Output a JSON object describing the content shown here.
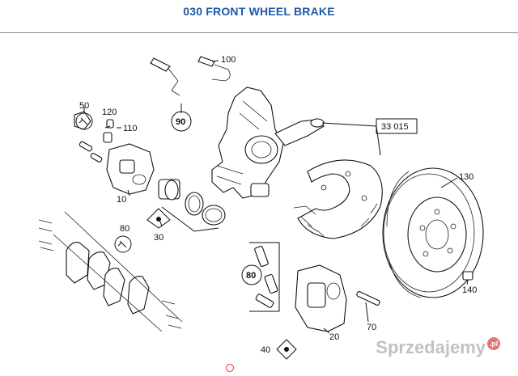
{
  "title": "030 FRONT WHEEL BRAKE",
  "part_numbers": {
    "p10": "10",
    "p20": "20",
    "p30": "30",
    "p33015": "33 015",
    "p40": "40",
    "p50": "50",
    "p70": "70",
    "p80a": "80",
    "p80b": "80",
    "p90": "90",
    "p100": "100",
    "p110": "110",
    "p120": "120",
    "p130": "130",
    "p140": "140"
  },
  "watermark": "Sprzedajemy",
  "watermark_suffix": ".pl",
  "colors": {
    "title": "#1f5aa8",
    "lines": "#111111"
  }
}
